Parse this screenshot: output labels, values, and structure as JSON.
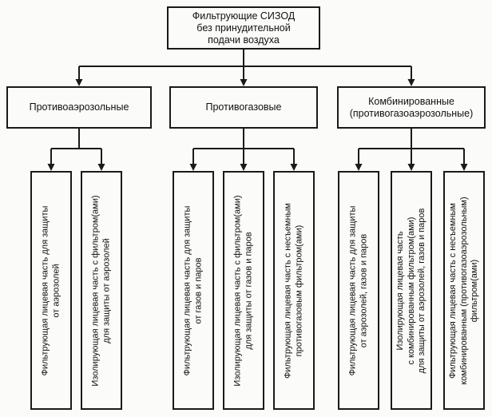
{
  "tree": {
    "root": {
      "lines": [
        "Фильтрующие СИЗОД",
        "без принудительной",
        "подачи воздуха"
      ]
    },
    "branches": [
      {
        "label_lines": [
          "Противоаэрозольные"
        ],
        "children": [
          {
            "lines": [
              "Фильтрующая лицевая часть для защиты",
              "от аэрозолей"
            ]
          },
          {
            "lines": [
              "Изолирующая лицевая часть с фильтром(ами)",
              "для защиты от аэрозолей"
            ]
          }
        ]
      },
      {
        "label_lines": [
          "Противогазовые"
        ],
        "children": [
          {
            "lines": [
              "Фильтрующая лицевая часть для защиты",
              "от газов и паров"
            ]
          },
          {
            "lines": [
              "Изолирующая лицевая часть с фильтром(ами)",
              "для защиты от газов и паров"
            ]
          },
          {
            "lines": [
              "Фильтрующая лицевая часть с несъемным",
              "противогазовым фильтром(ами)"
            ]
          }
        ]
      },
      {
        "label_lines": [
          "Комбинированные",
          "(противогазоаэрозольные)"
        ],
        "children": [
          {
            "lines": [
              "Фильтрующая лицевая часть для защиты",
              "от аэрозолей, газов и паров"
            ]
          },
          {
            "lines": [
              "Изолирующая лицевая часть",
              "с комбинированным фильтром(ами)",
              "для защиты от аэрозолей, газов и паров"
            ]
          },
          {
            "lines": [
              "Фильтрующая лицевая часть с несъемным",
              "комбинированным (противогазоаэрозольным)",
              "фильтром(ами)"
            ]
          }
        ]
      }
    ]
  },
  "colors": {
    "line": "#1a1a1a",
    "background": "#fbfbfa",
    "text": "#111111"
  }
}
